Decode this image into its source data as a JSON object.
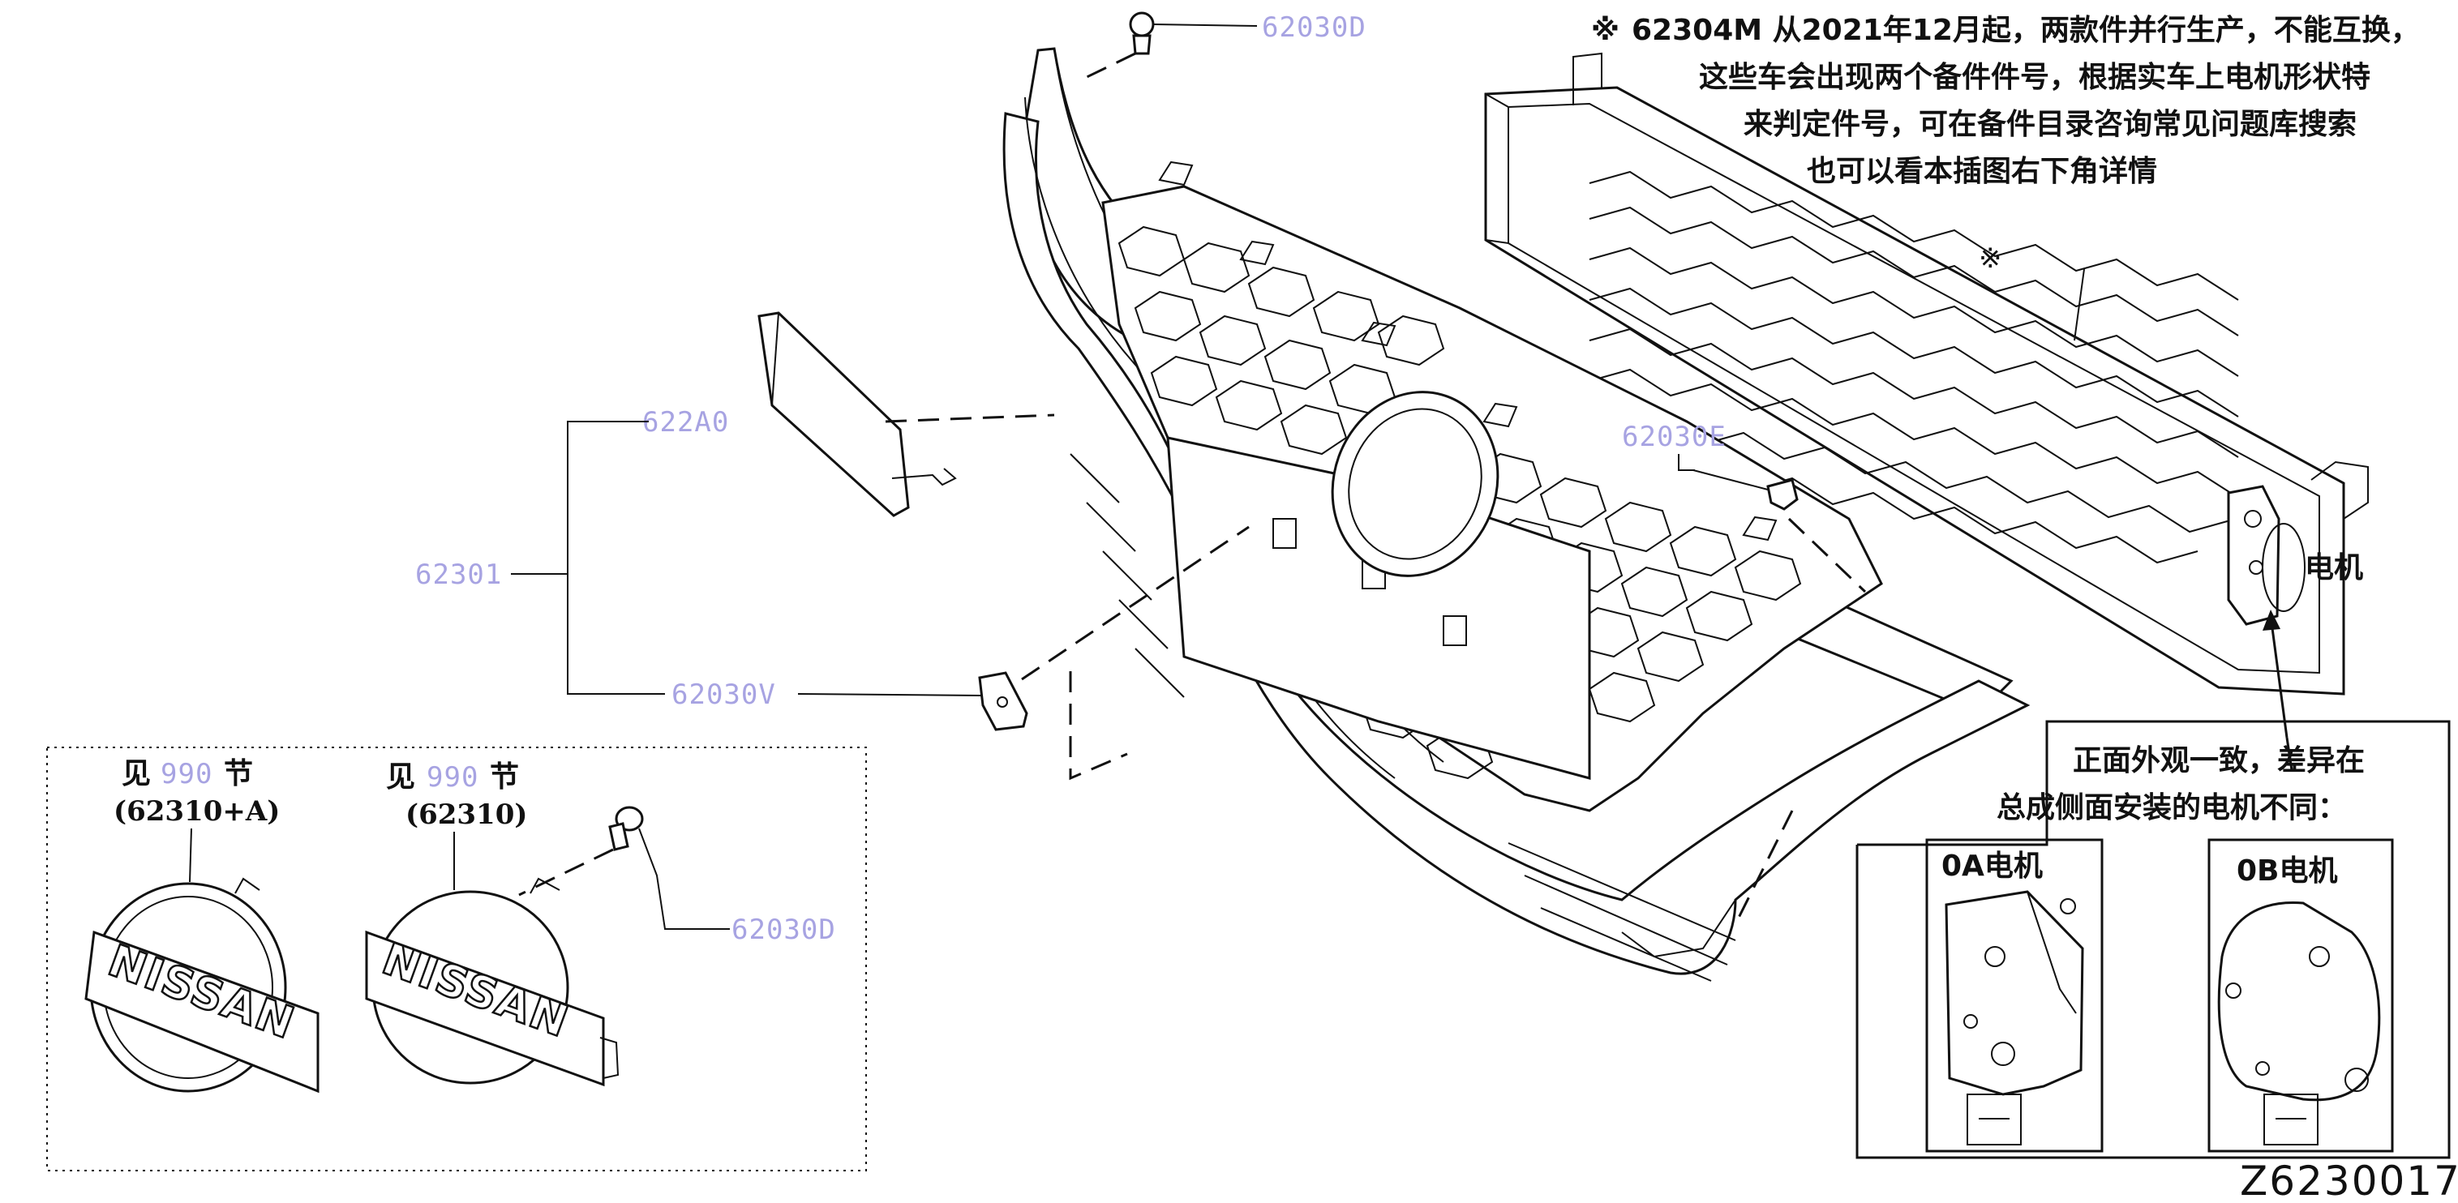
{
  "callouts": {
    "c62030D_top": "62030D",
    "c62304M_note": "62304M",
    "c62304M_mark": "※",
    "c622A0": "622A0",
    "c62301": "62301",
    "c62030V": "62030V",
    "c62030E": "62030E",
    "c62030D_emblem": "62030D"
  },
  "note": {
    "mark": "※",
    "line1": "62304M 从2021年12月起，两款件并行生产，不能互换，",
    "line2": "这些车会出现两个备件件号，根据实车上电机形状特",
    "line3": "来判定件号，可在备件目录咨询常见问题库搜索",
    "line4": "也可以看本插图右下角详情"
  },
  "motor_label": "电机",
  "emblems": {
    "left": {
      "see_prefix": "见",
      "section": "990",
      "see_suffix": "节",
      "ref": "(62310+A)"
    },
    "right": {
      "see_prefix": "见",
      "section": "990",
      "see_suffix": "节",
      "ref": "(62310)"
    },
    "logo_text": "NISSAN"
  },
  "inset": {
    "line1": "正面外观一致，差异在",
    "line2": "总成侧面安装的电机不同：",
    "motor_0a": "0A电机",
    "motor_0b": "0B电机"
  },
  "diagram_code": "Z6230017"
}
